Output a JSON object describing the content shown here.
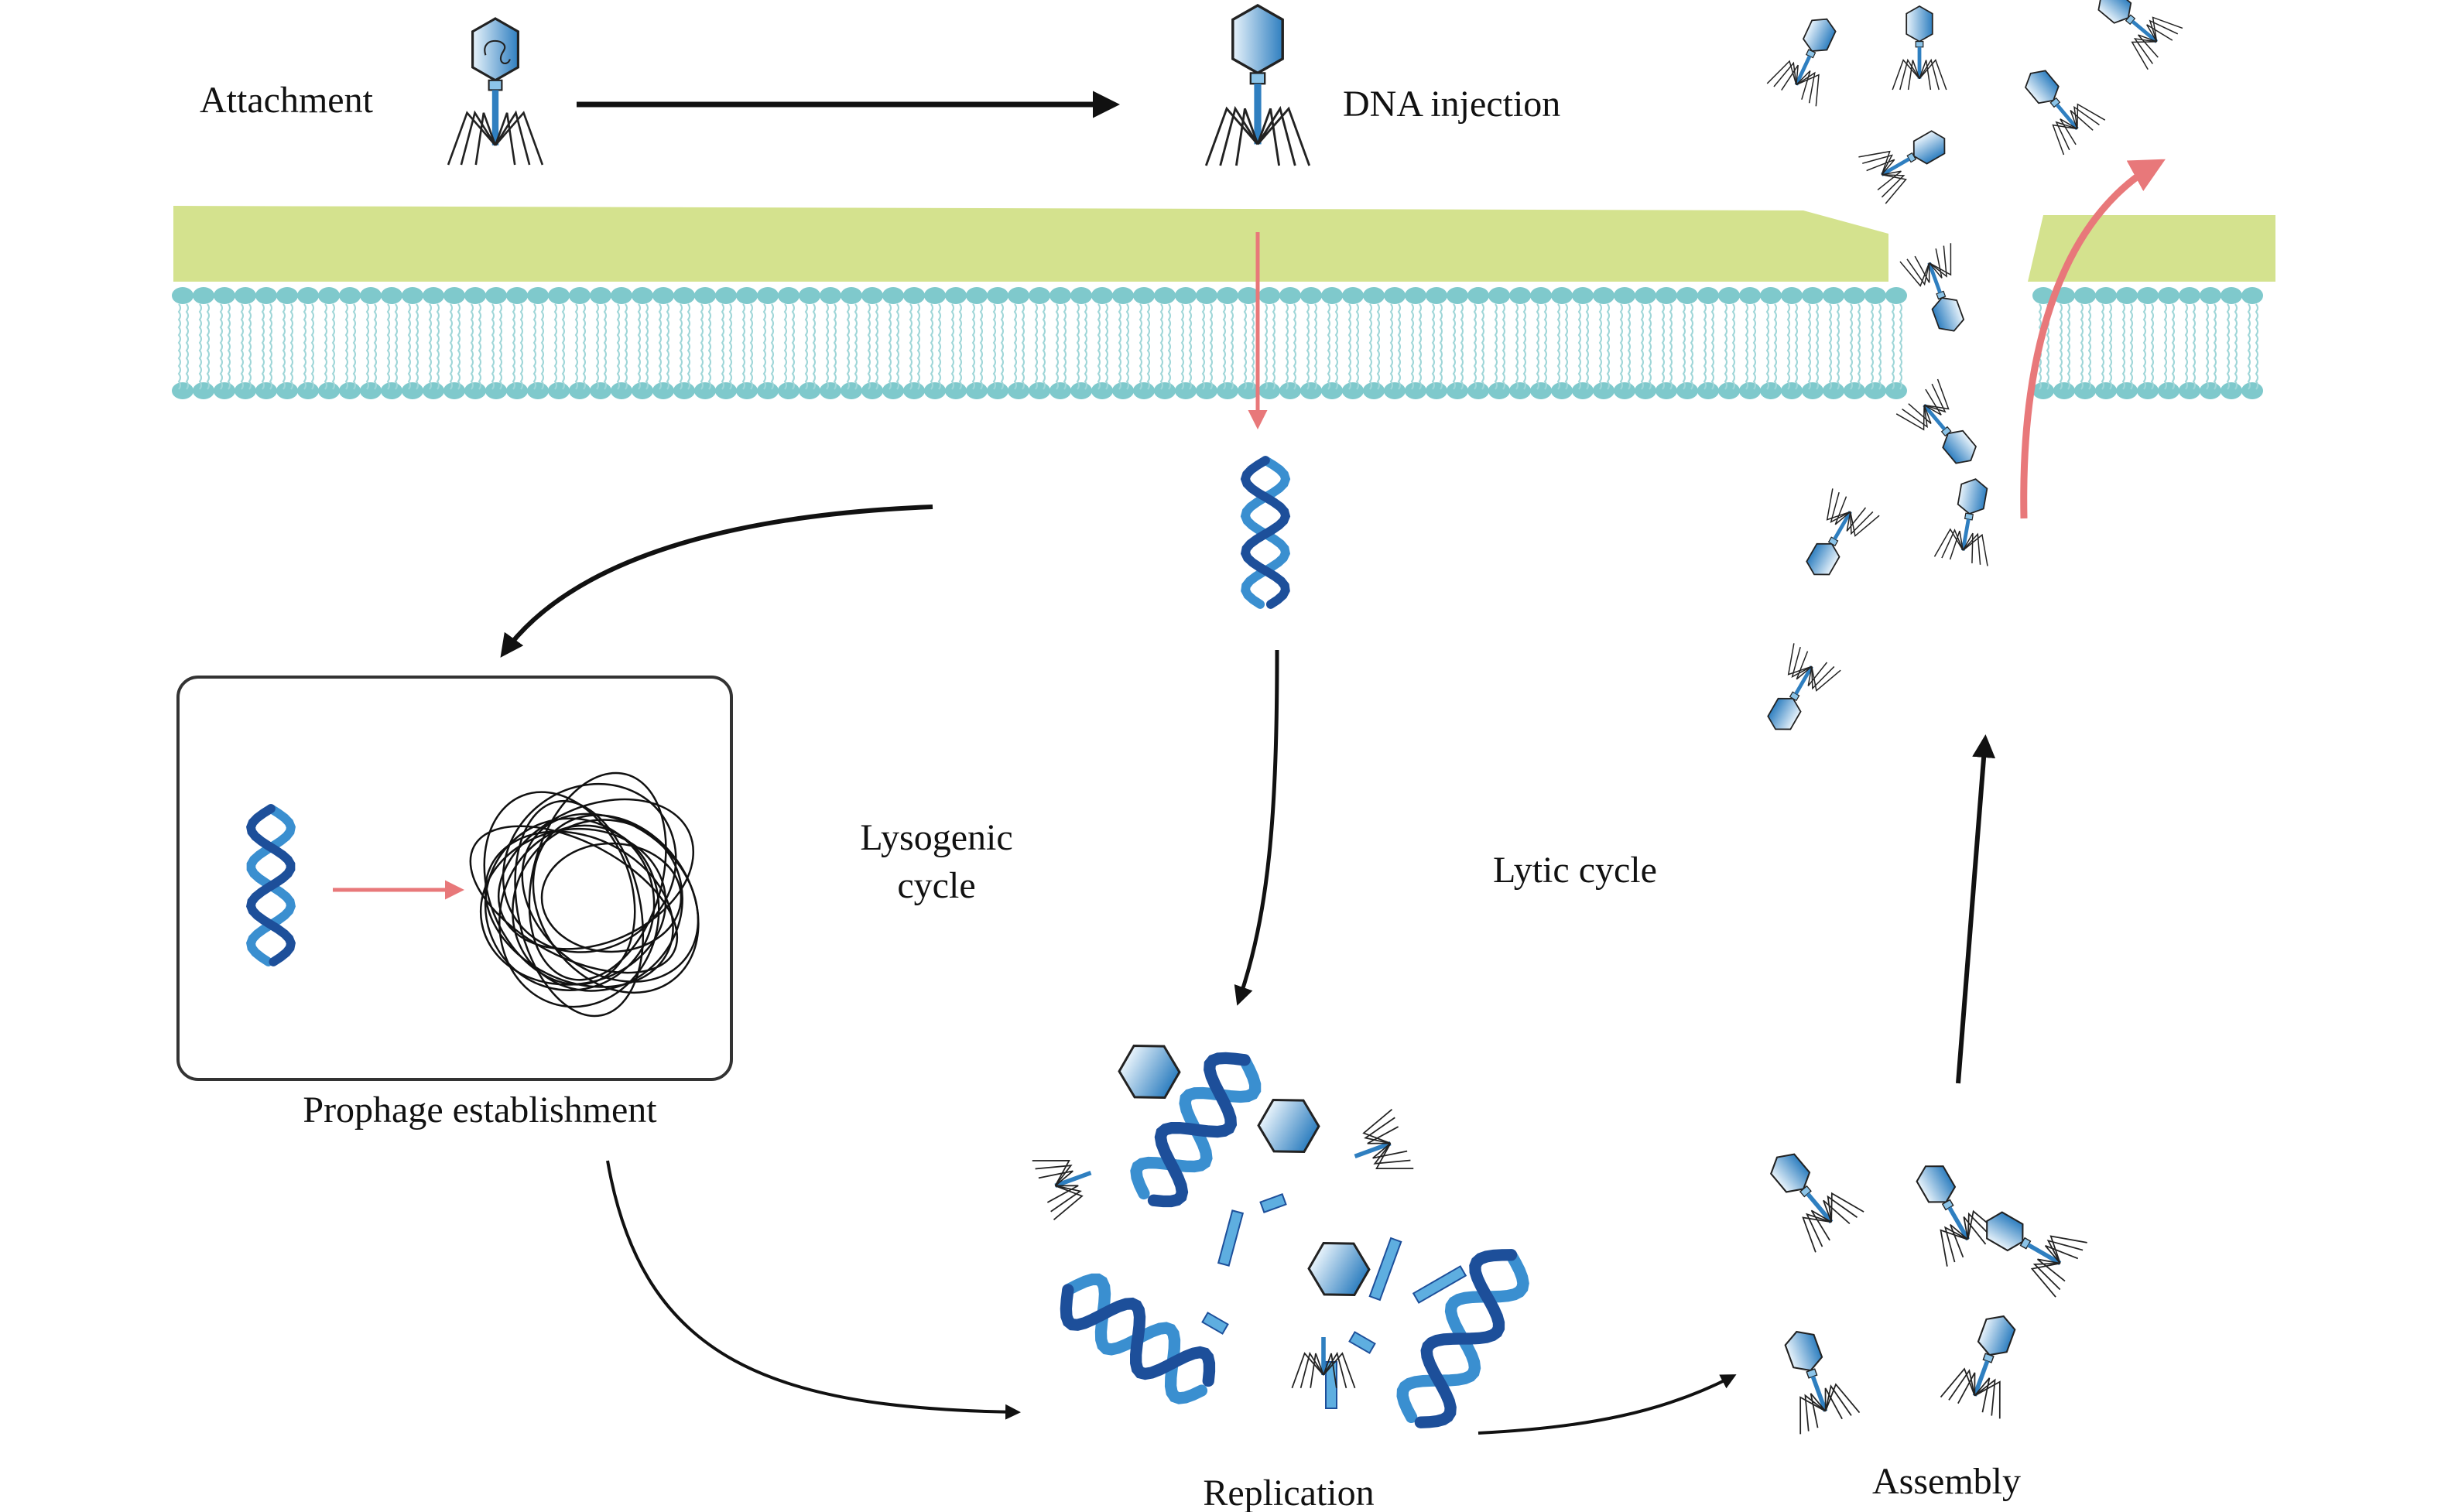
{
  "labels": {
    "attachment": "Attachment",
    "dna_injection": "DNA injection",
    "lysogenic_line1": "Lysogenic",
    "lysogenic_line2": "cycle",
    "lytic": "Lytic cycle",
    "prophage": "Prophage establishment",
    "replication": "Replication",
    "assembly": "Assembly"
  },
  "colors": {
    "cell_wall": "#d4e28e",
    "lipid_head": "#7fc9cc",
    "phage_blue": "#2f7fc0",
    "dna_blue": "#2a6fb8",
    "red_arrow": "#e8787a",
    "black_arrow": "#111111"
  }
}
